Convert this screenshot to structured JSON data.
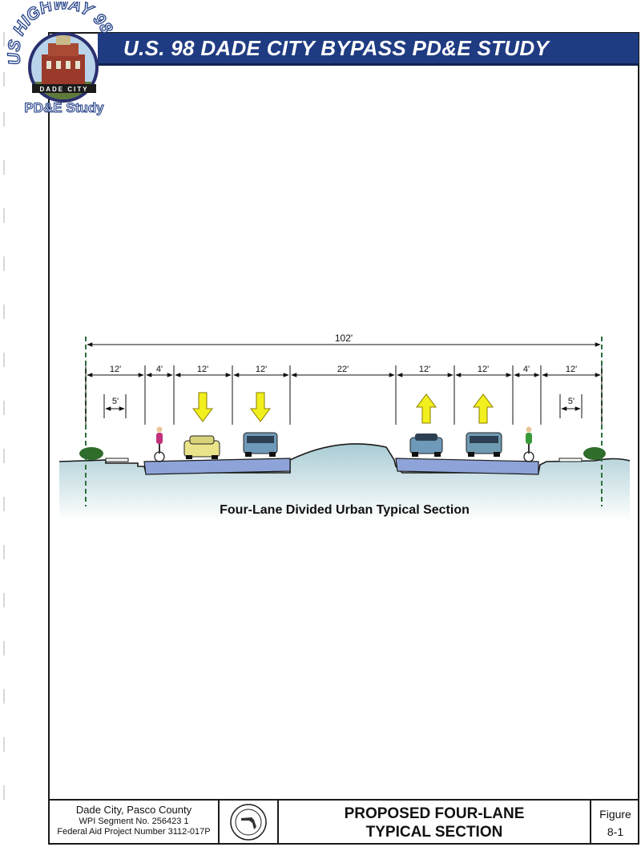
{
  "header": {
    "title": "U.S. 98 DADE CITY BYPASS PD&E STUDY"
  },
  "logo": {
    "arc_text": "US HIGHWAY 98",
    "band_text": "DADE CITY",
    "study_text": "PD&E Study"
  },
  "diagram": {
    "title": "Four-Lane Divided Urban Typical Section",
    "total_width": "102'",
    "segments": [
      "12'",
      "4'",
      "12'",
      "12'",
      "22'",
      "12'",
      "12'",
      "4'",
      "12'"
    ],
    "sidewalk_widths": [
      "5'",
      "5'"
    ]
  },
  "footer": {
    "location": "Dade City, Pasco County",
    "wpi_segment": "WPI Segment No. 256423 1",
    "federal_aid": "Federal Aid Project Number 3112-017P",
    "sheet_title_line1": "PROPOSED FOUR-LANE",
    "sheet_title_line2": "TYPICAL SECTION",
    "figure_label": "Figure",
    "figure_number": "8-1"
  },
  "colors": {
    "title_bar": "#1f3b82",
    "ground": "#b9d6dc",
    "pavement": "#8ea4d8",
    "arrow": "#f2ef1e",
    "row_line": "#2d6e3a"
  }
}
